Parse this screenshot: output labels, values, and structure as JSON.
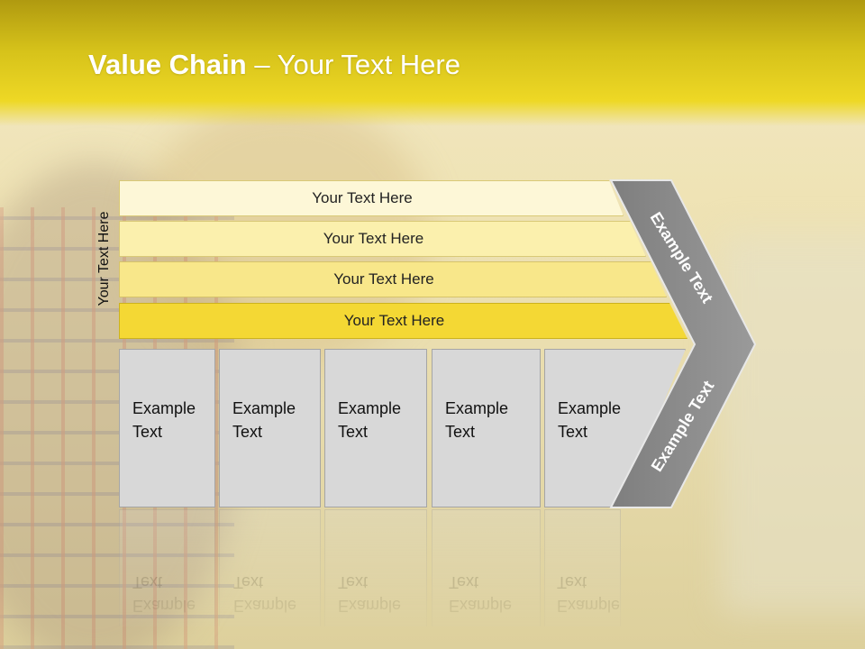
{
  "slide": {
    "title_bold": "Value Chain",
    "title_rest": " – Your Text Here",
    "side_label": "Your Text Here"
  },
  "bands": [
    {
      "label": "Your Text Here",
      "color": "#fdf7d7"
    },
    {
      "label": "Your Text Here",
      "color": "#fbf0ad"
    },
    {
      "label": "Your Text Here",
      "color": "#f8e78a"
    },
    {
      "label": "Your Text Here",
      "color": "#f4d834"
    }
  ],
  "cells": [
    {
      "line1": "Example",
      "line2": "Text"
    },
    {
      "line1": "Example",
      "line2": "Text"
    },
    {
      "line1": "Example",
      "line2": "Text"
    },
    {
      "line1": "Example",
      "line2": "Text"
    },
    {
      "line1": "Example",
      "line2": "Text"
    }
  ],
  "arrow": {
    "top_label": "Example Text",
    "bottom_label": "Example Text",
    "color": "#8c8c8c"
  },
  "colors": {
    "accent_yellow": "#eed825",
    "cell_gray": "#d8d8d8"
  }
}
